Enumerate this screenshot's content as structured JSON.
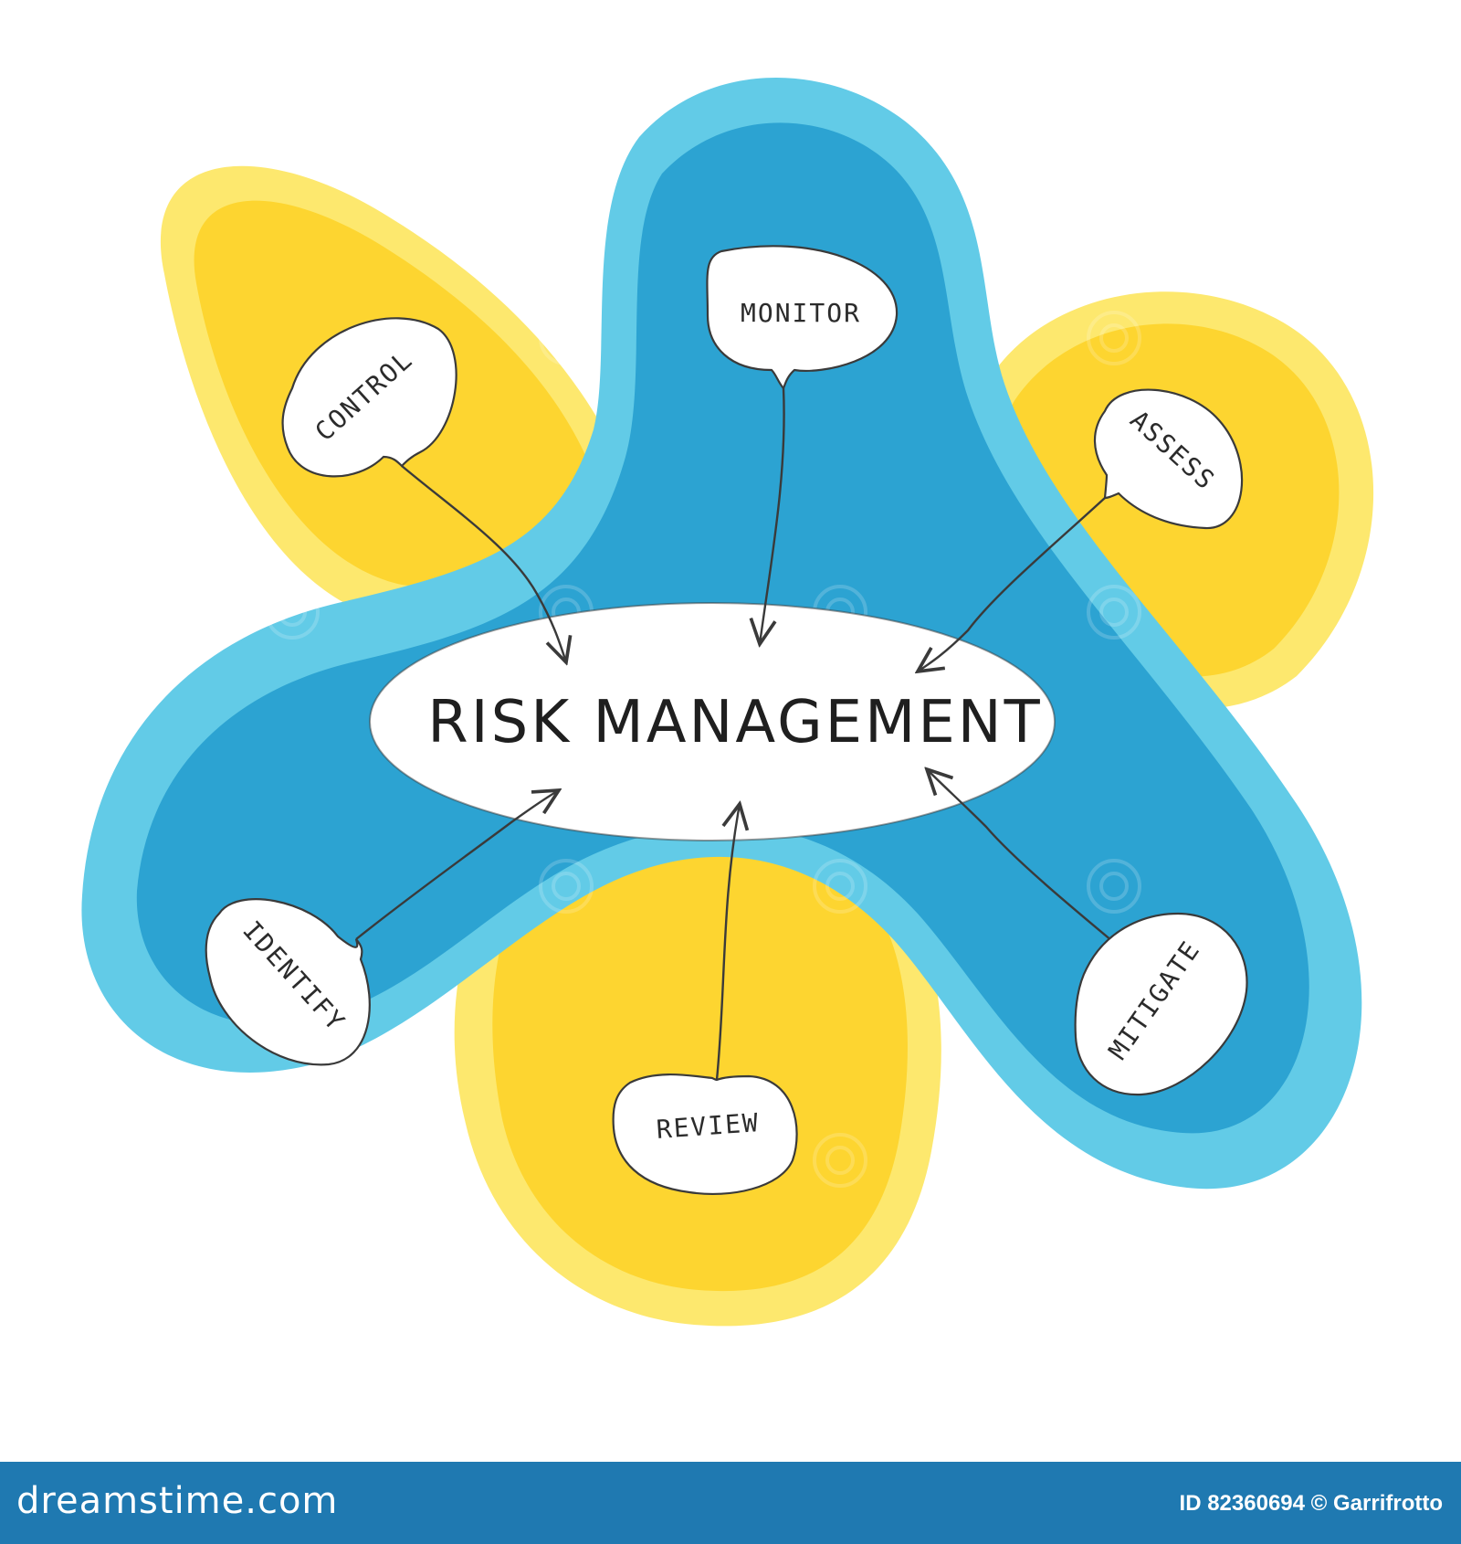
{
  "colors": {
    "yellow_outer": "#fde86e",
    "yellow_inner": "#fdd530",
    "blue_outer": "#62cbe7",
    "blue_inner": "#2ca3d2",
    "bubble_fill": "#ffffff",
    "stroke": "#3a3a3a",
    "footer_bg": "#1f79b1"
  },
  "center": {
    "label": "RISK MANAGEMENT"
  },
  "nodes": [
    {
      "id": "monitor",
      "label": "MONITOR"
    },
    {
      "id": "control",
      "label": "CONTROL"
    },
    {
      "id": "assess",
      "label": "ASSESS"
    },
    {
      "id": "identify",
      "label": "IDENTIFY"
    },
    {
      "id": "review",
      "label": "REVIEW"
    },
    {
      "id": "mitigate",
      "label": "MITIGATE"
    }
  ],
  "footer": {
    "brand": "dreamstime.com",
    "credit": "ID 82360694 © Garrifrotto"
  }
}
